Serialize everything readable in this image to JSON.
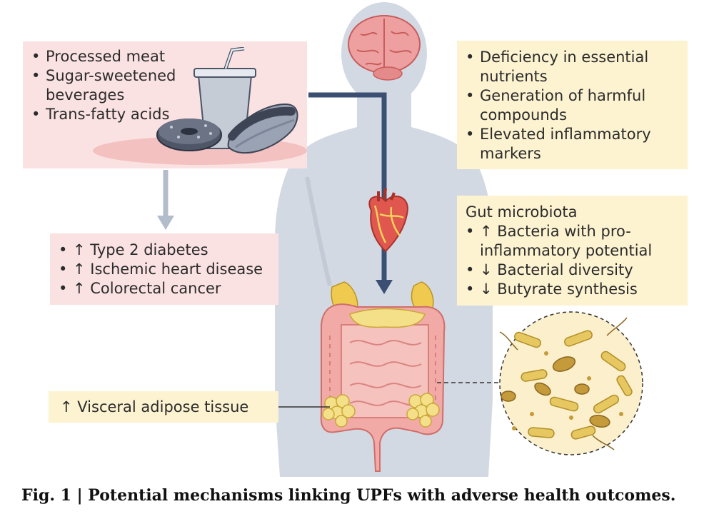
{
  "foods": {
    "items": [
      "Processed meat",
      "Sugar-sweetened beverages",
      "Trans-fatty acids"
    ]
  },
  "outcomes": {
    "items": [
      "↑ Type 2 diabetes",
      "↑ Ischemic heart disease",
      "↑ Colorectal cancer"
    ]
  },
  "visceral": {
    "label": "↑ Visceral adipose tissue"
  },
  "mechanisms": {
    "items": [
      "Deficiency in essential nutrients",
      "Generation of harmful compounds",
      "Elevated inflammatory markers"
    ]
  },
  "gut": {
    "title": "Gut microbiota",
    "items": [
      "↑ Bacteria with pro-inflammatory potential",
      "↓ Bacterial diversity",
      "↓ Butyrate synthesis"
    ]
  },
  "caption": "Fig. 1 | Potential mechanisms linking UPFs with adverse health outcomes.",
  "colors": {
    "pink_box": "#fbe2e2",
    "yellow_box": "#fdf3d1",
    "silhouette": "#d3d9e3",
    "navy_arrow": "#3b4f72",
    "grey_arrow": "#b3bccb",
    "brain": "#eea0a0",
    "intestine": "#f2aaa6",
    "adipose": "#f5e08a"
  }
}
